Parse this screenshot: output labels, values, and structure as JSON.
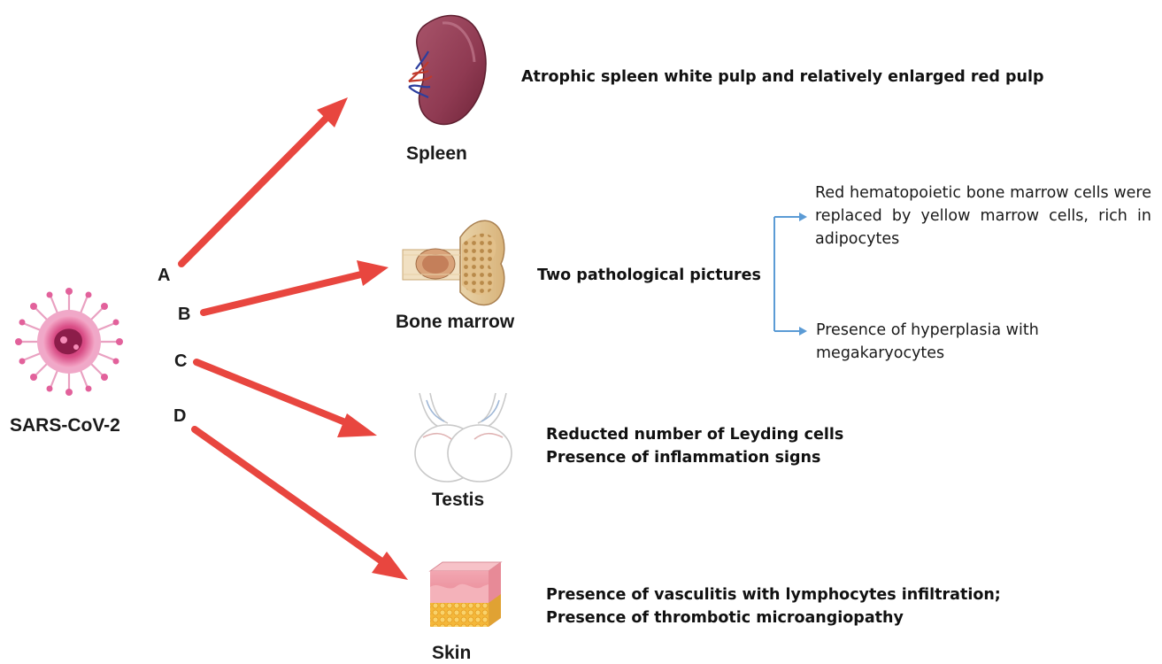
{
  "source": {
    "label": "SARS-CoV-2",
    "icon": "virus-icon"
  },
  "branches": [
    {
      "letter": "A",
      "organ": "Spleen",
      "icon": "spleen-icon",
      "findings": [
        "Atrophic spleen white pulp and relatively enlarged red pulp"
      ]
    },
    {
      "letter": "B",
      "organ": "Bone marrow",
      "icon": "bone-marrow-icon",
      "findings": [
        "Two pathological pictures"
      ],
      "sub_findings": [
        "Red hematopoietic bone marrow cells were replaced by yellow marrow cells, rich in adipocytes",
        "Presence of hyperplasia with megakaryocytes"
      ]
    },
    {
      "letter": "C",
      "organ": "Testis",
      "icon": "testis-icon",
      "findings": [
        "Reducted number of Leyding cells",
        "Presence of inflammation signs"
      ]
    },
    {
      "letter": "D",
      "organ": "Skin",
      "icon": "skin-icon",
      "findings": [
        "Presence of vasculitis with lymphocytes infiltration;",
        "Presence of thrombotic microangiopathy"
      ]
    }
  ],
  "colors": {
    "main_arrow": "#e8463f",
    "sub_arrow": "#5b9bd5",
    "virus": "#e2619b"
  }
}
